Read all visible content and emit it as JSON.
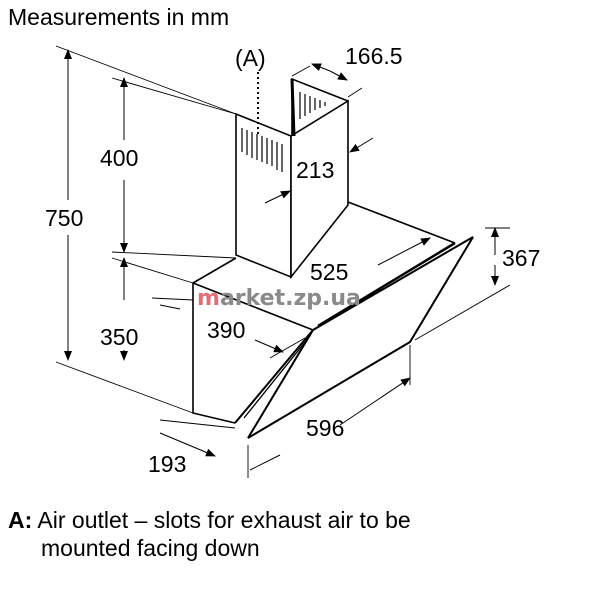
{
  "title": "Measurements in mm",
  "callout": "(A)",
  "dimensions": {
    "total_height": "750",
    "chimney_height": "400",
    "hood_height": "350",
    "chimney_width": "166.5",
    "chimney_depth": "213",
    "hood_top_width": "525",
    "hood_depth": "390",
    "glass_height": "367",
    "width": "596",
    "base_depth": "193"
  },
  "watermark": {
    "first": "m",
    "rest": "arket.zp.ua",
    "first_color": "#e07078",
    "rest_color": "#8a8a8a"
  },
  "note": {
    "key": "A:",
    "line1": "Air outlet – slots for exhaust air to be",
    "line2": "mounted facing down"
  }
}
